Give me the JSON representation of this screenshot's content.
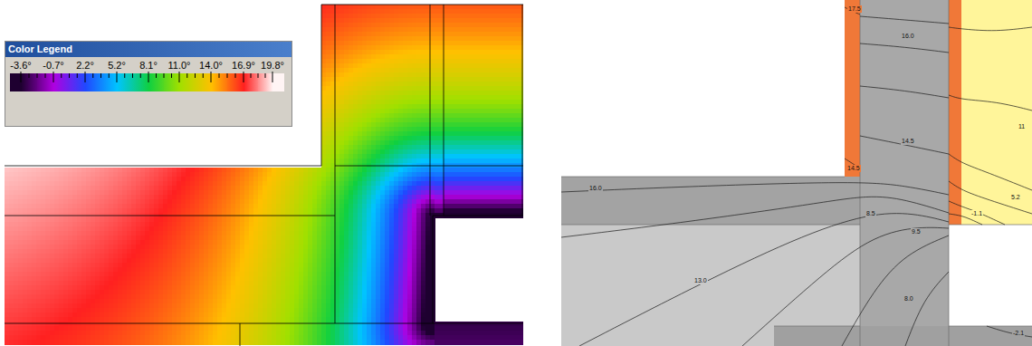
{
  "diagram": {
    "labels": [
      "Color Legend",
      "17.5",
      "16.0",
      "14.5",
      "14.5",
      "11",
      "16.0",
      "8.5",
      "9.5",
      "13.0",
      "8.0",
      "5.2",
      "-1.1",
      "-2.1"
    ],
    "legend": [
      {
        "text": "-3.6°",
        "color": "#1e0030"
      },
      {
        "text": "-0.7°",
        "color": "#b000e0"
      },
      {
        "text": "2.2°",
        "color": "#2048ff"
      },
      {
        "text": "5.2°",
        "color": "#00c4ff"
      },
      {
        "text": "8.1°",
        "color": "#10d040"
      },
      {
        "text": "11.0°",
        "color": "#a0e000"
      },
      {
        "text": "14.0°",
        "color": "#ffc000"
      },
      {
        "text": "16.9°",
        "color": "#ff2020"
      },
      {
        "text": "19.8°",
        "color": "#fff4f4"
      }
    ]
  }
}
